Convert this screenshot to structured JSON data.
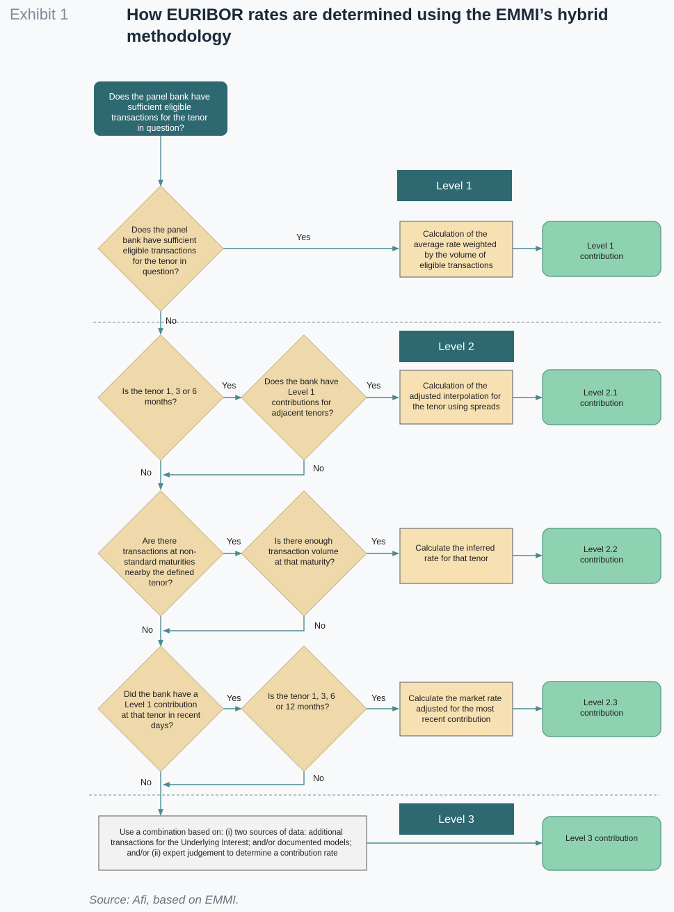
{
  "header": {
    "exhibit": "Exhibit 1",
    "title": "How EURIBOR rates are determined using the EMMI’s hybrid methodology"
  },
  "source": "Source: Afi, based on EMMI.",
  "colors": {
    "teal_dark": "#2e6870",
    "diamond_fill": "#efd9ab",
    "box_fill": "#f7e1b3",
    "box_stroke": "#6f7378",
    "green_fill": "#8fd2b1",
    "green_stroke": "#5fa38a",
    "arrow": "#4e8a8e",
    "divider": "#9aa0a6"
  },
  "start_box": [
    "Does the panel bank have",
    "sufficient eligible",
    "transactions for the tenor",
    "in question?"
  ],
  "labels": {
    "yes": "Yes",
    "no": "No"
  },
  "levels": {
    "level1": "Level 1",
    "level2": "Level 2",
    "level3": "Level 3"
  },
  "diamonds": {
    "d1": [
      "Does the panel",
      "bank have sufficient",
      "eligible transactions",
      "for the tenor in",
      "question?"
    ],
    "d2a": [
      "Is the tenor 1, 3 or 6",
      "months?"
    ],
    "d2b": [
      "Does the bank have",
      "Level 1",
      "contributions for",
      "adjacent tenors?"
    ],
    "d3a": [
      "Are there",
      "transactions at non-",
      "standard maturities",
      "nearby the defined",
      "tenor?"
    ],
    "d3b": [
      "Is there enough",
      "transaction volume",
      "at that maturity?"
    ],
    "d4a": [
      "Did the bank have a",
      "Level 1 contribution",
      "at that tenor in recent",
      "days?"
    ],
    "d4b": [
      "Is the tenor 1, 3, 6",
      "or 12 months?"
    ]
  },
  "calc_boxes": {
    "c1": [
      "Calculation of the",
      "average rate weighted",
      "by the volume of",
      "eligible transactions"
    ],
    "c21": [
      "Calculation of the",
      "adjusted interpolation for",
      "the tenor using spreads"
    ],
    "c22": [
      "Calculate the inferred",
      "rate for that tenor"
    ],
    "c23": [
      "Calculate the market rate",
      "adjusted for the most",
      "recent contribution"
    ],
    "c3": [
      "Use a combination based on: (i) two sources of data: additional",
      "transactions for the Underlying Interest; and/or documented models;",
      "and/or (ii) expert judgement to determine a contribution rate"
    ]
  },
  "contributions": {
    "r1": [
      "Level 1",
      "contribution"
    ],
    "r21": [
      "Level 2.1",
      "contribution"
    ],
    "r22": [
      "Level 2.2",
      "contribution"
    ],
    "r23": [
      "Level 2.3",
      "contribution"
    ],
    "r3": [
      "Level 3 contribution"
    ]
  }
}
